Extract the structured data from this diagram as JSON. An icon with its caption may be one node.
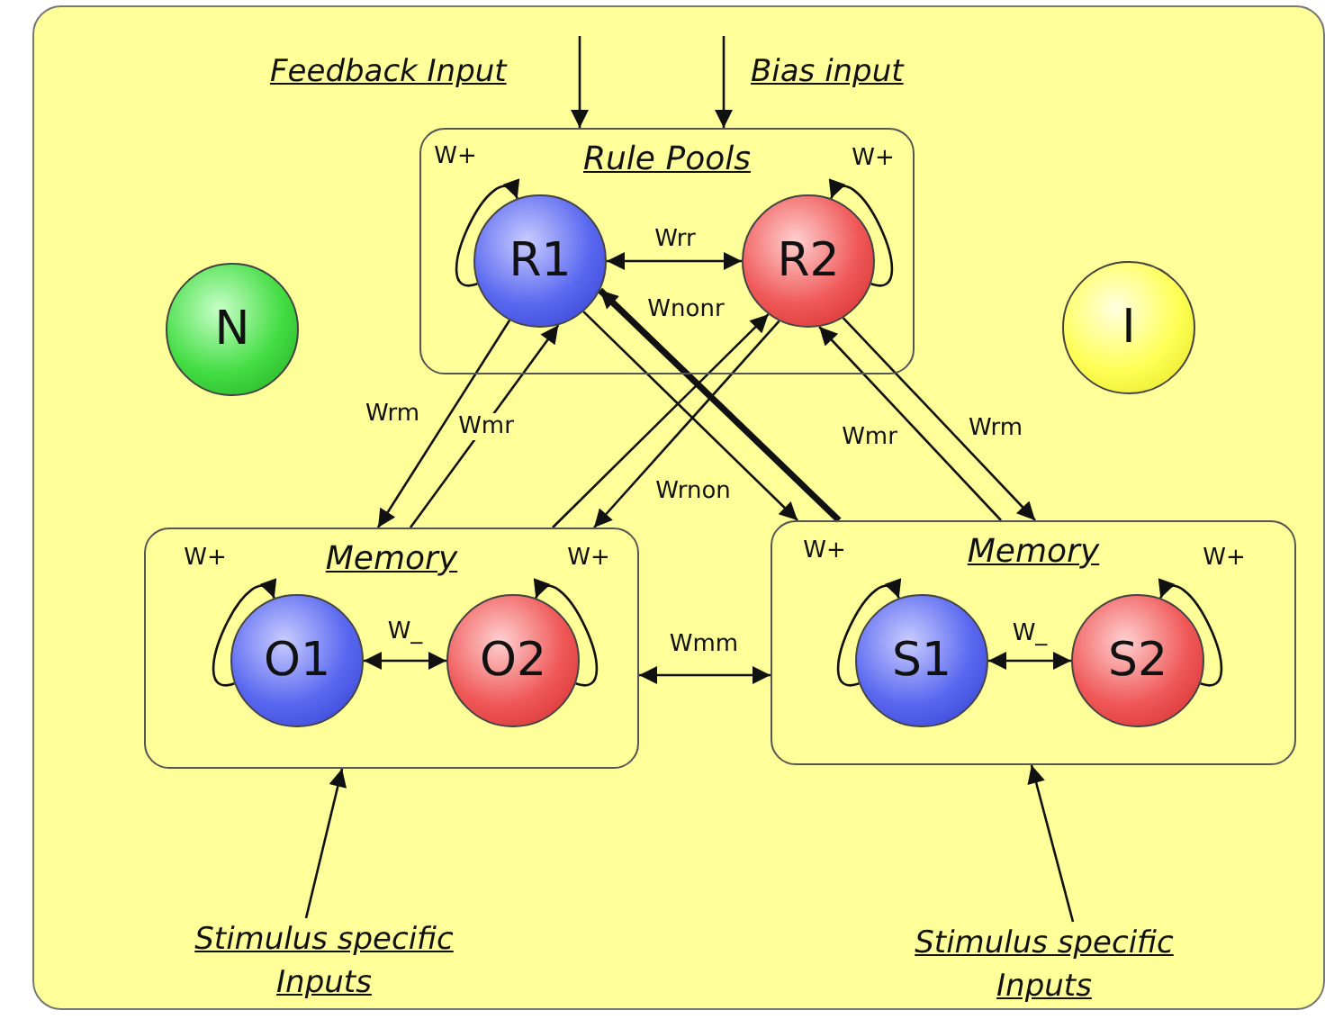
{
  "diagram": {
    "nodes": [
      {
        "text": [
          "Rule Pools"
        ]
      },
      {
        "text": [
          "R1"
        ],
        "in": 0
      },
      {
        "text": [
          "R2"
        ],
        "in": 0
      },
      {
        "text": [
          "N"
        ]
      },
      {
        "text": [
          "I"
        ]
      },
      {
        "text": [
          "Memory"
        ]
      },
      {
        "text": [
          "O1"
        ],
        "in": 5
      },
      {
        "text": [
          "O2"
        ],
        "in": 5
      },
      {
        "text": [
          "Memory"
        ]
      },
      {
        "text": [
          "S1"
        ],
        "in": 8
      },
      {
        "text": [
          "S2"
        ],
        "in": 8
      },
      {
        "text": [
          "Stimulus specific Inputs"
        ]
      },
      {
        "text": [
          "Stimulus specific Inputs"
        ]
      }
    ],
    "edges": [
      {
        "from": null,
        "to": 0,
        "arrow": "to"
      },
      {
        "from": null,
        "to": 0,
        "arrow": "to"
      },
      {
        "from": 1,
        "to": 1,
        "arrow": "to",
        "label": "W+"
      },
      {
        "from": 2,
        "to": 2,
        "arrow": "to",
        "label": "W+"
      },
      {
        "from": 1,
        "to": 2,
        "arrow": "both",
        "label": "Wrr"
      },
      {
        "from": 1,
        "to": 5,
        "arrow": "to",
        "label": "Wrm"
      },
      {
        "from": 5,
        "to": 1,
        "arrow": "to",
        "label": "Wmr"
      },
      {
        "from": 1,
        "to": 8,
        "arrow": "to"
      },
      {
        "from": 8,
        "to": 1,
        "arrow": "to",
        "label": "Wnonr",
        "style": "thick"
      },
      {
        "from": 5,
        "to": 2,
        "arrow": "to"
      },
      {
        "from": 2,
        "to": 5,
        "arrow": "to",
        "label": "Wrnon"
      },
      {
        "from": 8,
        "to": 2,
        "arrow": "to",
        "label": "Wmr"
      },
      {
        "from": 2,
        "to": 8,
        "arrow": "to",
        "label": "Wrm"
      },
      {
        "from": 6,
        "to": 6,
        "arrow": "to",
        "label": "W+"
      },
      {
        "from": 7,
        "to": 7,
        "arrow": "to",
        "label": "W+"
      },
      {
        "from": 6,
        "to": 7,
        "arrow": "both",
        "label": "W_"
      },
      {
        "from": 5,
        "to": 8,
        "arrow": "both",
        "label": "Wmm"
      },
      {
        "from": 9,
        "to": 9,
        "arrow": "to",
        "label": "W+"
      },
      {
        "from": 10,
        "to": 10,
        "arrow": "to",
        "label": "W+"
      },
      {
        "from": 9,
        "to": 10,
        "arrow": "both",
        "label": "W_"
      },
      {
        "from": 11,
        "to": 5,
        "arrow": "to"
      },
      {
        "from": 12,
        "to": 8,
        "arrow": "to"
      }
    ],
    "labels": [
      "Feedback Input",
      "Bias input"
    ]
  }
}
